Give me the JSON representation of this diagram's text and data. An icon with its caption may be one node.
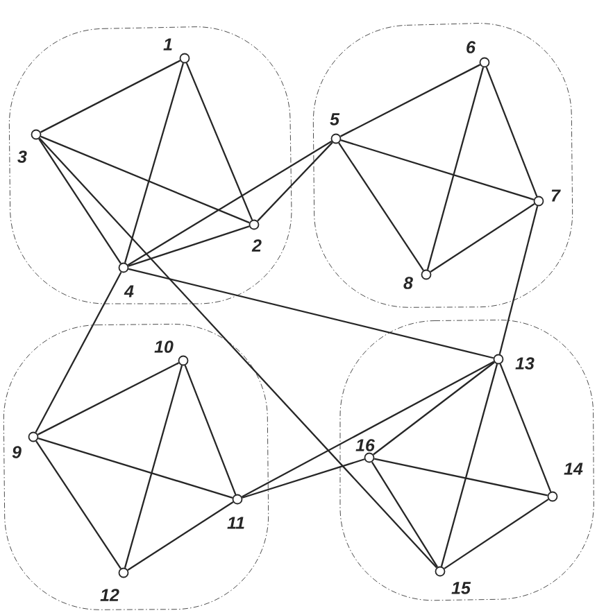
{
  "diagram": {
    "nodes": [
      {
        "text": [],
        "shape": "box"
      },
      {
        "text": [
          "1"
        ],
        "in": 0
      },
      {
        "text": [
          "2"
        ],
        "in": 0
      },
      {
        "text": [
          "3"
        ],
        "in": 0
      },
      {
        "text": [
          "4"
        ],
        "in": 0
      },
      {
        "text": [],
        "shape": "box"
      },
      {
        "text": [
          "5"
        ],
        "in": 5
      },
      {
        "text": [
          "6"
        ],
        "in": 5
      },
      {
        "text": [
          "7"
        ],
        "in": 5
      },
      {
        "text": [
          "8"
        ],
        "in": 5
      },
      {
        "text": [],
        "shape": "box"
      },
      {
        "text": [
          "9"
        ],
        "in": 10
      },
      {
        "text": [
          "10"
        ],
        "in": 10
      },
      {
        "text": [
          "11"
        ],
        "in": 10
      },
      {
        "text": [
          "12"
        ],
        "in": 10
      },
      {
        "text": [],
        "shape": "box"
      },
      {
        "text": [
          "13"
        ],
        "in": 15
      },
      {
        "text": [
          "14"
        ],
        "in": 15
      },
      {
        "text": [
          "15"
        ],
        "in": 15
      },
      {
        "text": [
          "16"
        ],
        "in": 15
      }
    ],
    "edges": [
      {
        "from": 1,
        "to": 2,
        "arrow": "none"
      },
      {
        "from": 1,
        "to": 3,
        "arrow": "none"
      },
      {
        "from": 1,
        "to": 4,
        "arrow": "none"
      },
      {
        "from": 2,
        "to": 3,
        "arrow": "none"
      },
      {
        "from": 2,
        "to": 4,
        "arrow": "none"
      },
      {
        "from": 3,
        "to": 4,
        "arrow": "none"
      },
      {
        "from": 6,
        "to": 7,
        "arrow": "none"
      },
      {
        "from": 6,
        "to": 8,
        "arrow": "none"
      },
      {
        "from": 6,
        "to": 9,
        "arrow": "none"
      },
      {
        "from": 7,
        "to": 8,
        "arrow": "none"
      },
      {
        "from": 7,
        "to": 9,
        "arrow": "none"
      },
      {
        "from": 8,
        "to": 9,
        "arrow": "none"
      },
      {
        "from": 11,
        "to": 12,
        "arrow": "none"
      },
      {
        "from": 11,
        "to": 13,
        "arrow": "none"
      },
      {
        "from": 11,
        "to": 14,
        "arrow": "none"
      },
      {
        "from": 12,
        "to": 13,
        "arrow": "none"
      },
      {
        "from": 12,
        "to": 14,
        "arrow": "none"
      },
      {
        "from": 13,
        "to": 14,
        "arrow": "none"
      },
      {
        "from": 16,
        "to": 17,
        "arrow": "none"
      },
      {
        "from": 16,
        "to": 18,
        "arrow": "none"
      },
      {
        "from": 16,
        "to": 19,
        "arrow": "none"
      },
      {
        "from": 17,
        "to": 18,
        "arrow": "none"
      },
      {
        "from": 17,
        "to": 19,
        "arrow": "none"
      },
      {
        "from": 18,
        "to": 19,
        "arrow": "none"
      },
      {
        "from": 2,
        "to": 6,
        "arrow": "none"
      },
      {
        "from": 4,
        "to": 6,
        "arrow": "none"
      },
      {
        "from": 4,
        "to": 11,
        "arrow": "none"
      },
      {
        "from": 4,
        "to": 16,
        "arrow": "none"
      },
      {
        "from": 3,
        "to": 18,
        "arrow": "none"
      },
      {
        "from": 8,
        "to": 16,
        "arrow": "none"
      },
      {
        "from": 13,
        "to": 16,
        "arrow": "none"
      },
      {
        "from": 13,
        "to": 19,
        "arrow": "none"
      }
    ]
  }
}
